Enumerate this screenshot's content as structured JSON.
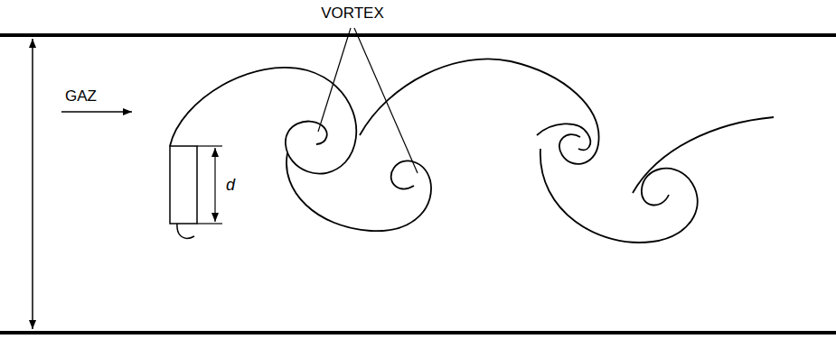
{
  "diagram": {
    "labels": [
      "VORTEX",
      "GAZ",
      "d"
    ]
  }
}
